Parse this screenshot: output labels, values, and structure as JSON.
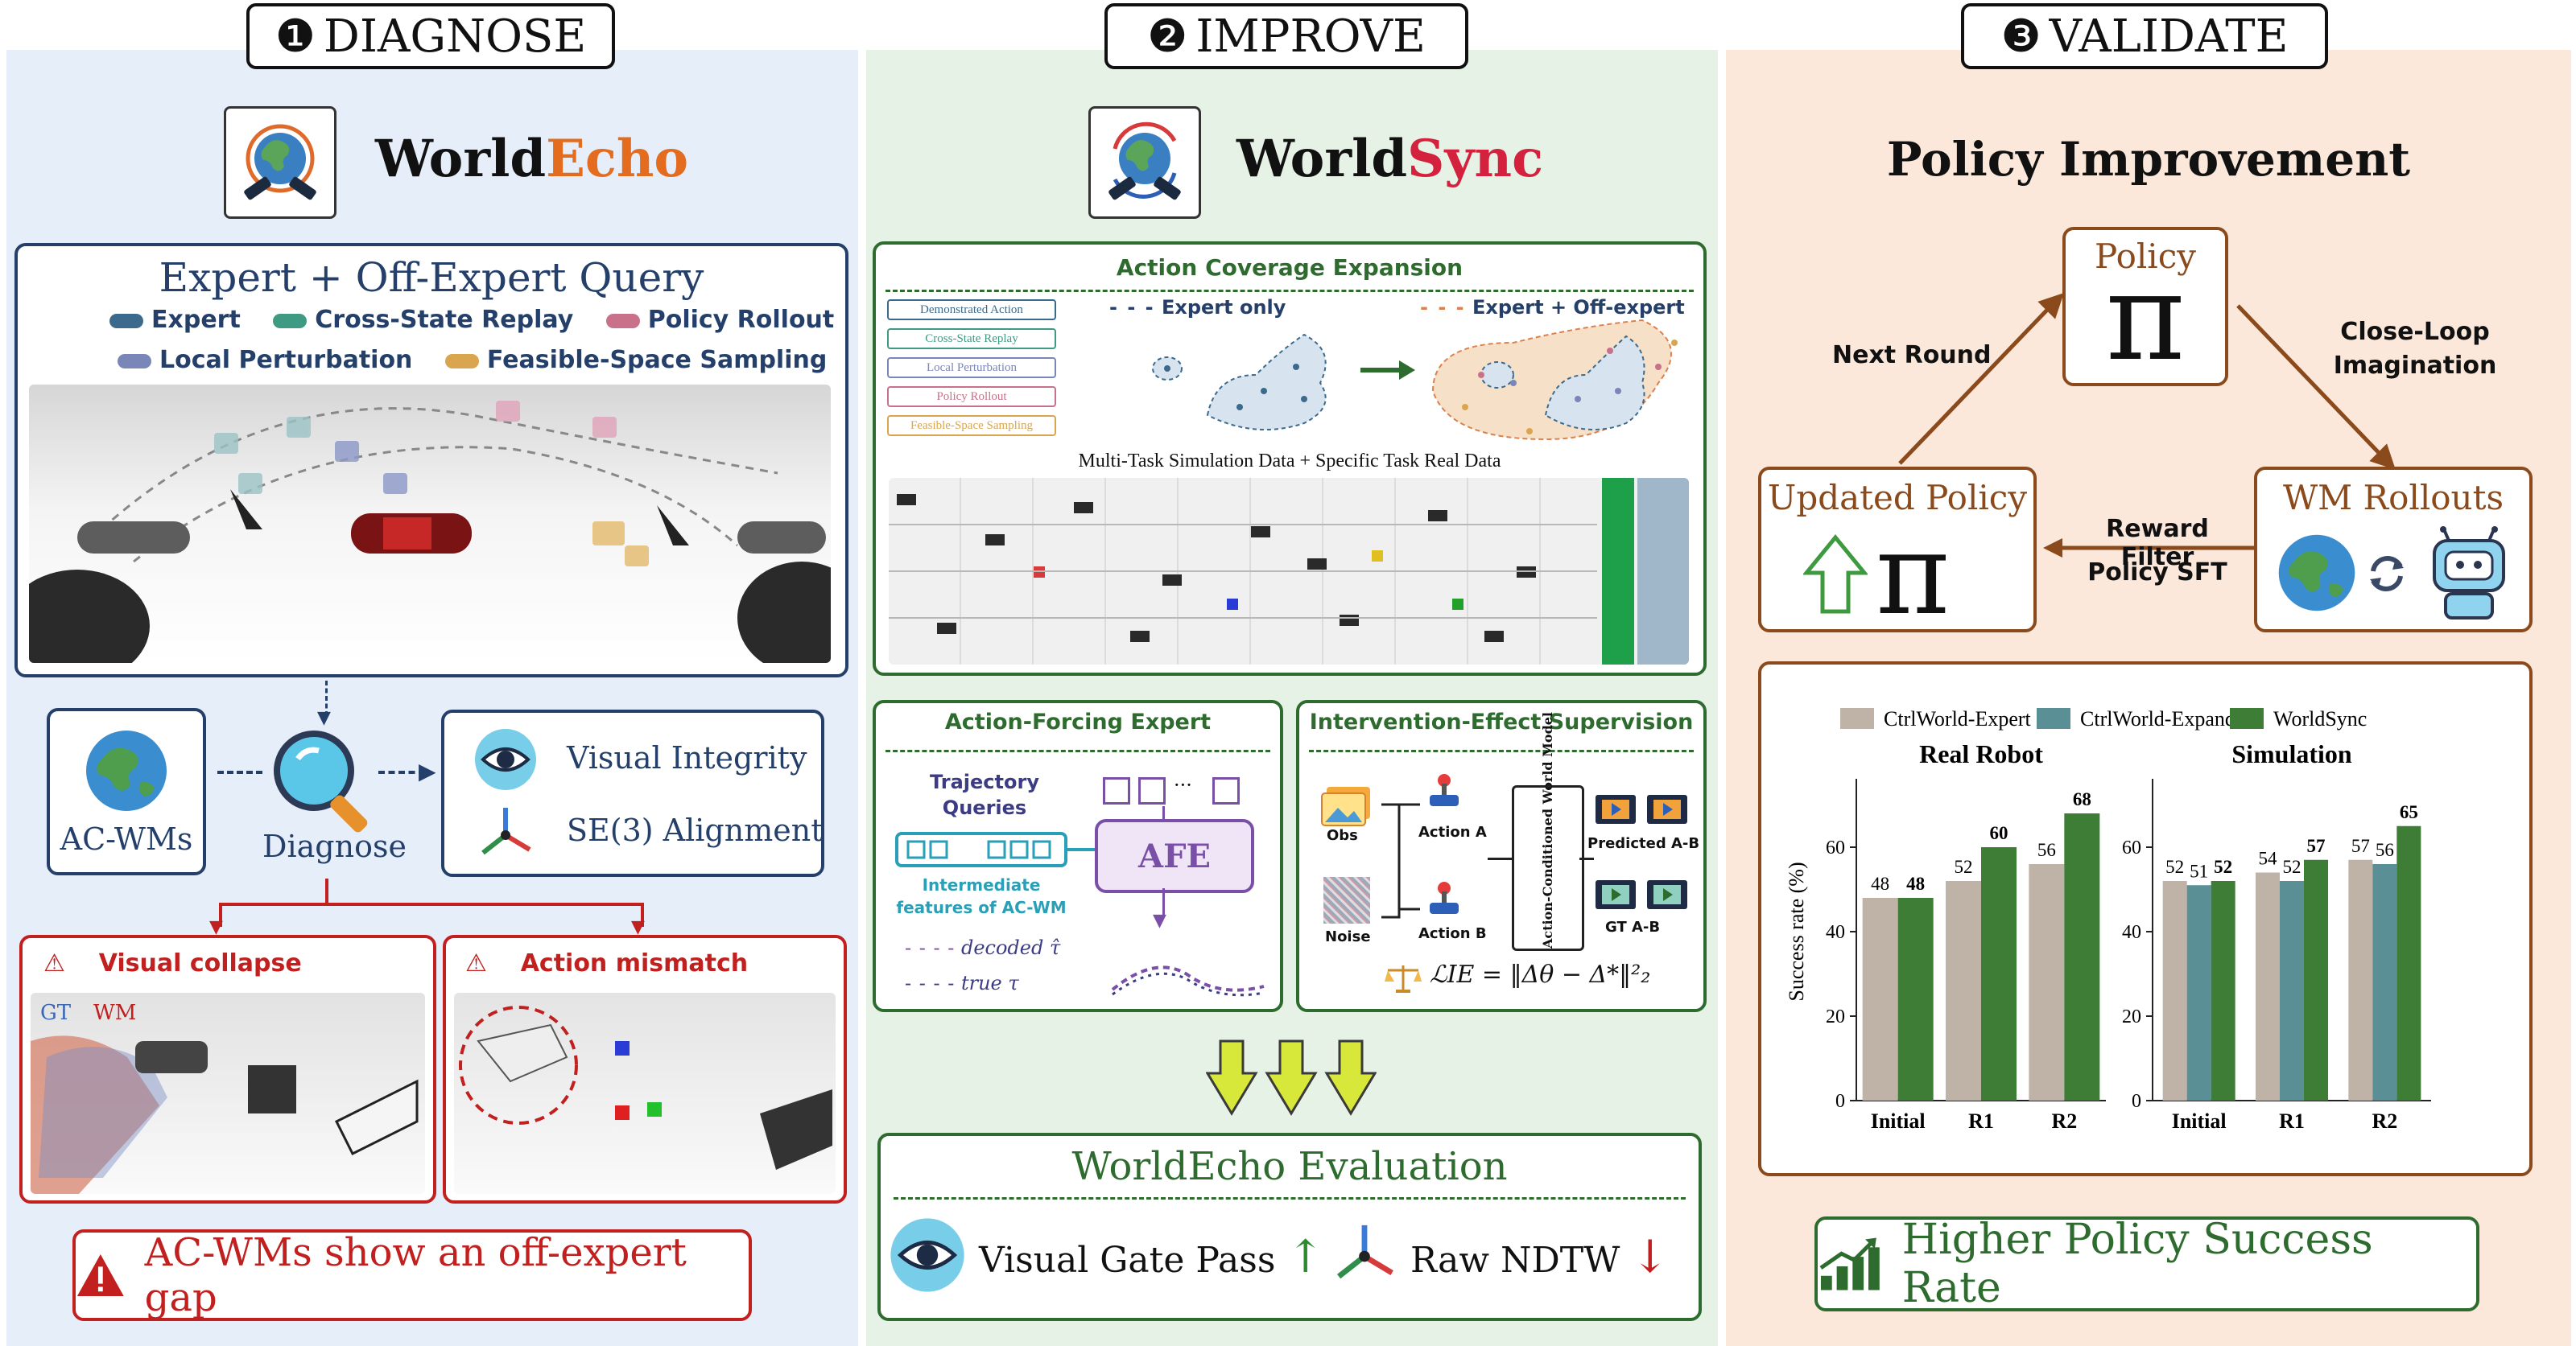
{
  "stages": [
    {
      "num": "❶",
      "label": "DIAGNOSE"
    },
    {
      "num": "❷",
      "label": "IMPROVE"
    },
    {
      "num": "❸",
      "label": "VALIDATE"
    }
  ],
  "diagnose": {
    "logo_name_black": "World",
    "logo_name_accent": "Echo",
    "query_title": "Expert + Off-Expert Query",
    "legend": [
      {
        "label": "Expert",
        "color": "#3c6a8c"
      },
      {
        "label": "Cross-State Replay",
        "color": "#3e9a82"
      },
      {
        "label": "Policy Rollout",
        "color": "#c9708b"
      },
      {
        "label": "Local Perturbation",
        "color": "#7a86b8"
      },
      {
        "label": "Feasible-Space Sampling",
        "color": "#d9a54e"
      }
    ],
    "acwm_label": "AC-WMs",
    "diagnose_label": "Diagnose",
    "checks": [
      "Visual Integrity",
      "SE(3) Alignment"
    ],
    "failures": [
      {
        "title": "Visual collapse",
        "gt": "GT",
        "wm": "WM"
      },
      {
        "title": "Action mismatch"
      }
    ],
    "gap_message": "AC-WMs show an off-expert gap"
  },
  "improve": {
    "logo_name_black": "World",
    "logo_name_accent": "Sync",
    "coverage_title": "Action Coverage Expansion",
    "coverage_sources": [
      {
        "label": "Demonstrated Action",
        "color": "#3c6a8c"
      },
      {
        "label": "Cross-State Replay",
        "color": "#3e9a82"
      },
      {
        "label": "Local Perturbation",
        "color": "#7a86b8"
      },
      {
        "label": "Policy Rollout",
        "color": "#c9708b"
      },
      {
        "label": "Feasible-Space Sampling",
        "color": "#d9a54e"
      }
    ],
    "expert_only": "Expert only",
    "expert_off": "Expert + Off-expert",
    "data_caption": "Multi-Task Simulation Data + Specific Task Real Data",
    "afe_title": "Action-Forcing Expert",
    "trajectory_queries": "Trajectory Queries",
    "intermediate": "Intermediate features of AC-WM",
    "afe_label": "AFE",
    "decoded": "decoded τ̂",
    "true_tau": "true τ",
    "ies_title": "Intervention-Effect Supervision",
    "obs": "Obs",
    "noise": "Noise",
    "action_a": "Action A",
    "action_b": "Action B",
    "acwm_box": "Action-Conditioned World Model",
    "pred_ab": "Predicted A-B",
    "gt_ab": "GT A-B",
    "loss": "ℒIE = ‖Δθ − Δ*‖²₂",
    "eval_title": "WorldEcho Evaluation",
    "eval_items": [
      "Visual Gate Pass",
      "Raw NDTW"
    ]
  },
  "validate": {
    "title": "Policy Improvement",
    "policy": "Policy",
    "updated_policy": "Updated Policy",
    "wm_rollouts": "WM Rollouts",
    "next_round": "Next Round",
    "close_loop": [
      "Close-Loop",
      "Imagination"
    ],
    "reward_filter": "Reward Filter",
    "policy_sft": "Policy SFT",
    "pi": "π",
    "banner": "Higher Policy Success Rate"
  },
  "chart_data": {
    "type": "bar",
    "ylabel": "Success rate (%)",
    "ylim": [
      0,
      80
    ],
    "yticks": [
      0,
      20,
      40,
      60
    ],
    "legend_position": "top",
    "series_names": [
      "CtrlWorld-Expert",
      "CtrlWorld-Expanded",
      "WorldSync"
    ],
    "colors": [
      "#bfb3a8",
      "#5b8f96",
      "#3e7d36"
    ],
    "panels": [
      {
        "title": "Real Robot",
        "categories": [
          "Initial",
          "R1",
          "R2"
        ],
        "series": [
          {
            "name": "CtrlWorld-Expert",
            "values": [
              48,
              52,
              56
            ]
          },
          {
            "name": "WorldSync",
            "values": [
              48,
              60,
              68
            ]
          }
        ]
      },
      {
        "title": "Simulation",
        "categories": [
          "Initial",
          "R1",
          "R2"
        ],
        "series": [
          {
            "name": "CtrlWorld-Expert",
            "values": [
              52,
              54,
              57
            ]
          },
          {
            "name": "CtrlWorld-Expanded",
            "values": [
              51,
              52,
              56
            ]
          },
          {
            "name": "WorldSync",
            "values": [
              52,
              57,
              65
            ]
          }
        ]
      }
    ]
  }
}
